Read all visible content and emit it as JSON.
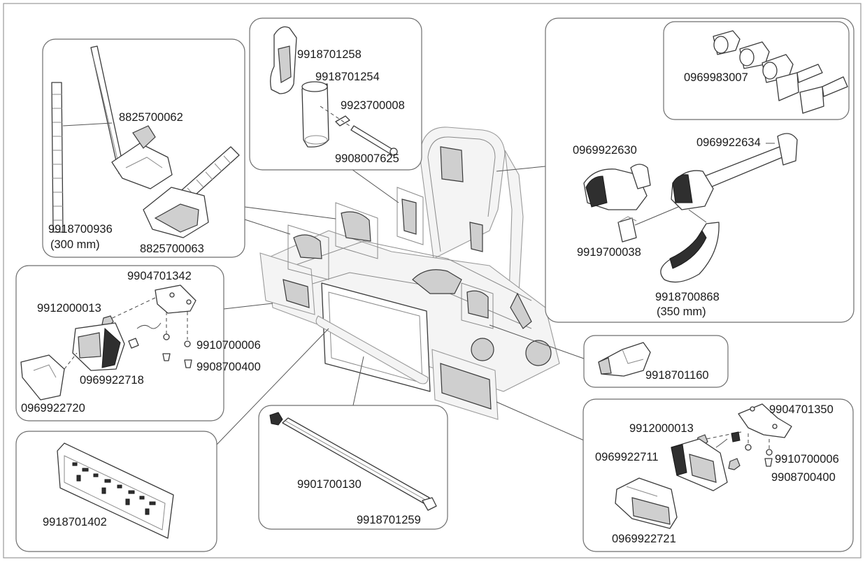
{
  "figure": {
    "boxes": {
      "straps": {
        "labels": {
          "strap_long": "8825700062",
          "strap_short": "9918700936",
          "strap_short_size": "(300 mm)",
          "strap_ratchet": "8825700063"
        }
      },
      "arm": {
        "labels": {
          "handle": "9918701258",
          "tube": "9918701254",
          "pin": "9923700008",
          "bolt": "9908007625"
        }
      },
      "locks": {
        "labels": {
          "lock_set": "0969983007"
        }
      },
      "wheel_holders": {
        "labels": {
          "clamp": "0969922630",
          "frame_arm": "0969922634",
          "pad": "9919700038",
          "wheel_strap": "9918700868",
          "wheel_strap_size": "(350 mm)"
        }
      },
      "left_light": {
        "labels": {
          "bracket": "9904701342",
          "nut": "9912000013",
          "washer": "9910700006",
          "screw": "9908700400",
          "lamp": "0969922718",
          "cover": "0969922720"
        }
      },
      "plate_holder": {
        "labels": {
          "plate": "9918701402"
        }
      },
      "bar": {
        "labels": {
          "bar": "9901700130",
          "cap": "9918701259"
        }
      },
      "foot_clamp": {
        "labels": {
          "clamp": "9918701160"
        }
      },
      "right_light": {
        "labels": {
          "bracket": "9904701350",
          "nut": "9912000013",
          "lamp": "0969922711",
          "washer": "9910700006",
          "screw": "9908700400",
          "cover": "0969922721"
        }
      }
    }
  }
}
